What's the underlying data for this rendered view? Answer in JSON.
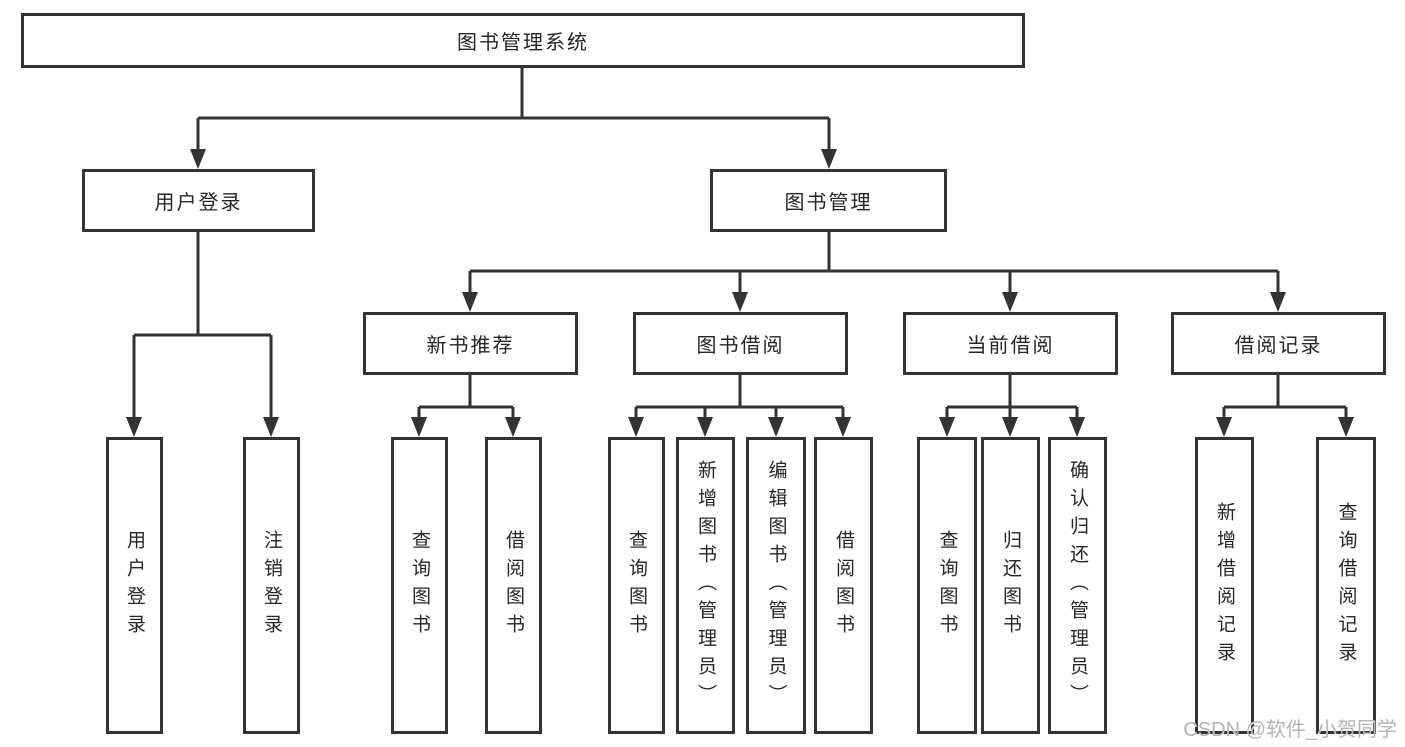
{
  "diagram": {
    "root": {
      "label": "图书管理系统"
    },
    "level1": {
      "login": {
        "label": "用户登录"
      },
      "manage": {
        "label": "图书管理"
      }
    },
    "level2": {
      "new_books": {
        "label": "新书推荐"
      },
      "borrow": {
        "label": "图书借阅"
      },
      "current": {
        "label": "当前借阅"
      },
      "records": {
        "label": "借阅记录"
      }
    },
    "leaves": {
      "user_login": {
        "label": "用户登录"
      },
      "logout": {
        "label": "注销登录"
      },
      "nb_query": {
        "label": "查询图书"
      },
      "nb_borrow": {
        "label": "借阅图书"
      },
      "bw_query": {
        "label": "查询图书"
      },
      "bw_add": {
        "label": "新增图书（管理员）"
      },
      "bw_edit": {
        "label": "编辑图书（管理员）"
      },
      "bw_borrow": {
        "label": "借阅图书"
      },
      "cur_query": {
        "label": "查询图书"
      },
      "cur_return": {
        "label": "归还图书"
      },
      "cur_confirm": {
        "label": "确认归还（管理员）"
      },
      "rec_add": {
        "label": "新增借阅记录"
      },
      "rec_query": {
        "label": "查询借阅记录"
      }
    }
  },
  "watermark": {
    "text": "CSDN @软件_小贺同学"
  },
  "colors": {
    "line": "#333333",
    "box_border": "#333333",
    "box_fill": "#ffffff",
    "text": "#262626",
    "watermark": "#b4b4b4"
  }
}
